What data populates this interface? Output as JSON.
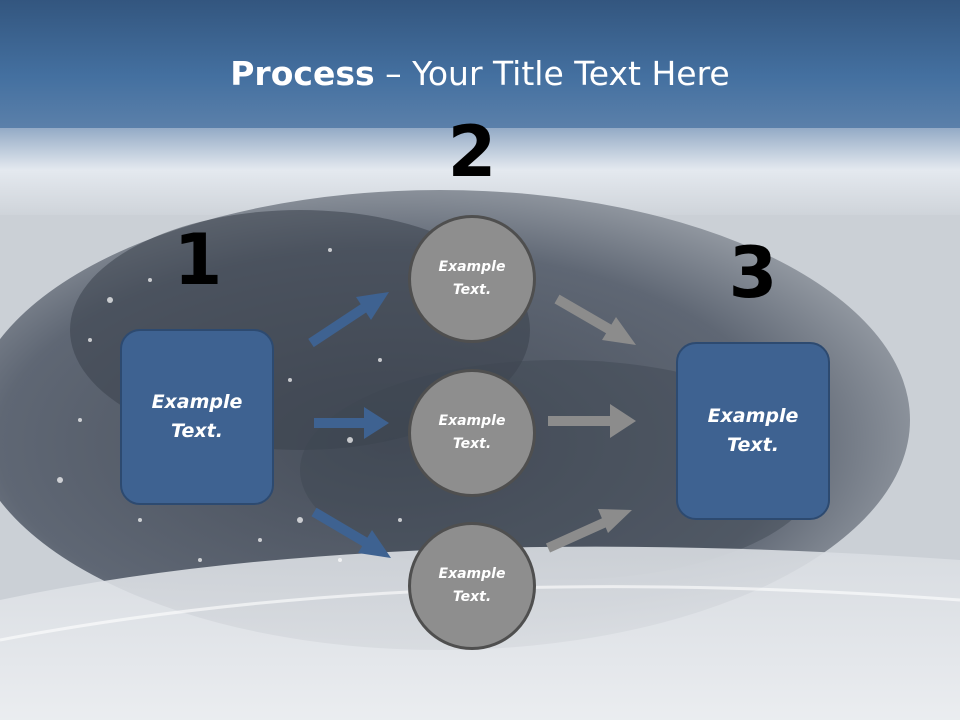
{
  "slide": {
    "title_bold": "Process",
    "title_rest": " – Your Title Text Here"
  },
  "steps": {
    "one": "1",
    "two": "2",
    "three": "3"
  },
  "boxes": {
    "left": "Example Text.",
    "right": "Example Text."
  },
  "circles": {
    "top": "Example Text.",
    "middle": "Example Text.",
    "bottom": "Example Text."
  },
  "colors": {
    "header_band": "#3d6591",
    "box_fill": "#3e6291",
    "circle_fill": "#8e8e8e",
    "blue_arrow": "#3e6291",
    "gray_arrow": "#8c8c8c"
  }
}
